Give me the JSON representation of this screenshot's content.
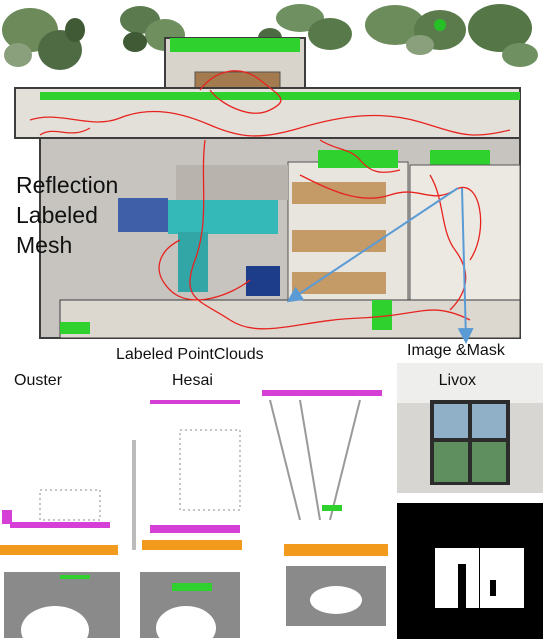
{
  "figure": {
    "mesh_label_lines": [
      "Reflection",
      "Labeled",
      "Mesh"
    ],
    "pointclouds_title": "Labeled PointClouds",
    "sensors": [
      "Ouster",
      "Hesai",
      "Livox"
    ],
    "image_mask_title": "Image &Mask"
  },
  "colors": {
    "trajectory": "#e8231f",
    "reflective_label": "#2fd12f",
    "arrow": "#5b9bd5",
    "floor": "#c7c4bf",
    "wall": "#e6e3dc",
    "pointcloud_ground": "#8a8a8a",
    "pointcloud_magenta": "#d63fd6",
    "pointcloud_orange": "#f29a1c",
    "mask_background": "#000000",
    "mask_foreground": "#ffffff"
  }
}
